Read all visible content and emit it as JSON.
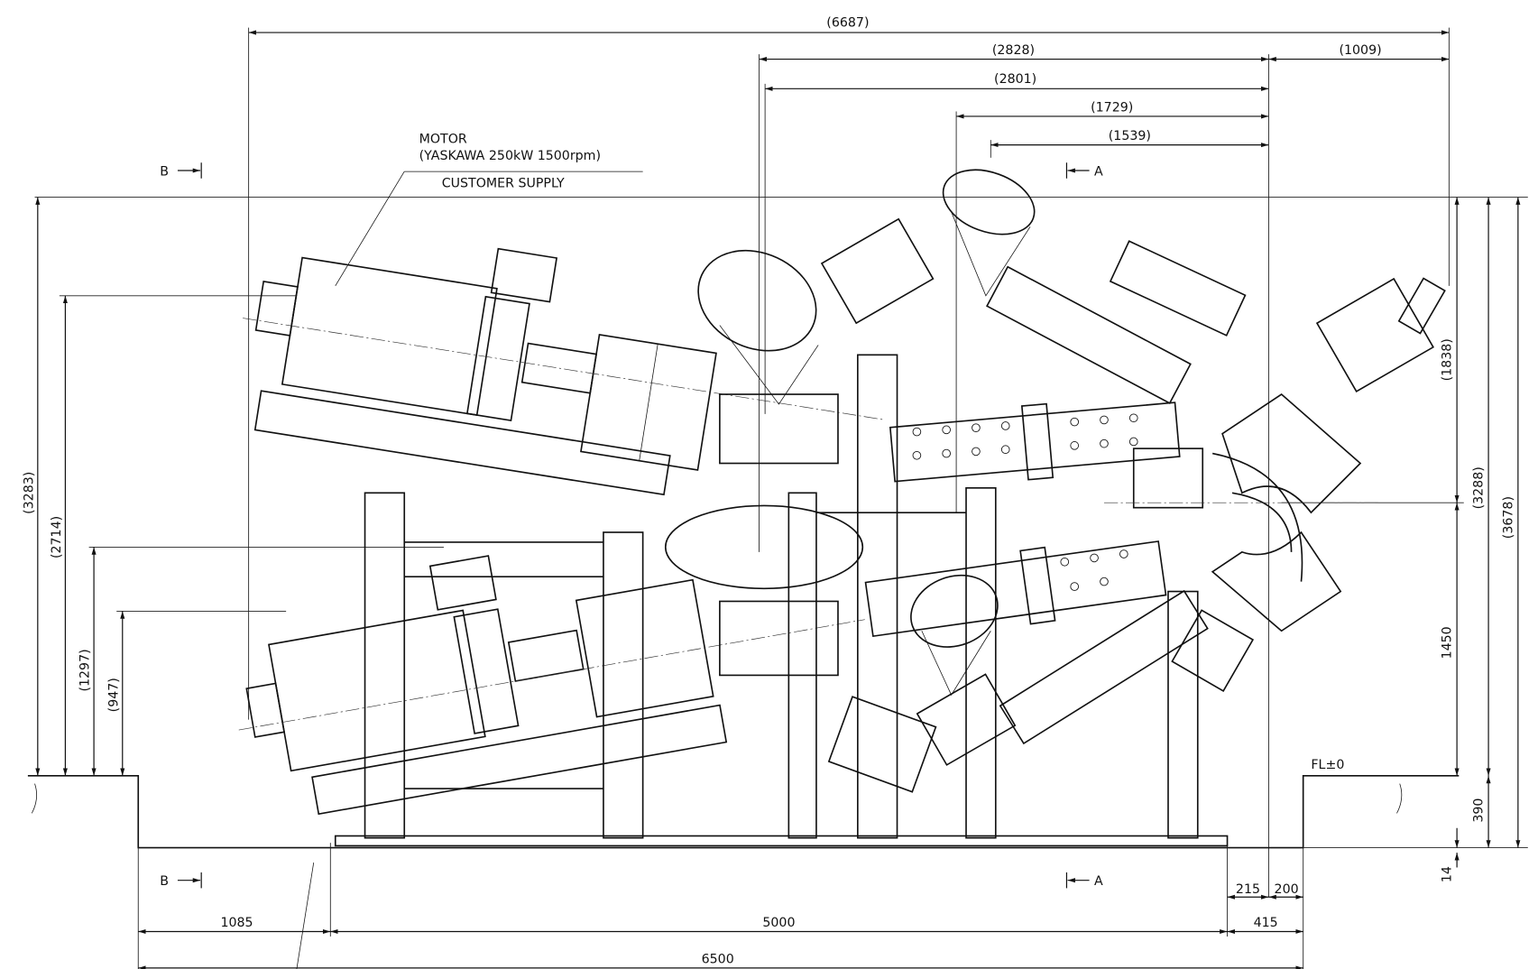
{
  "title_notes": {
    "motor_label": "MOTOR",
    "motor_spec": "(YASKAWA 250kW 1500rpm)",
    "supply_note": "CUSTOMER SUPPLY",
    "floor_level": "FL±0"
  },
  "section_marks": {
    "b_top": "B",
    "b_bottom": "B",
    "a_top": "A",
    "a_bottom": "A"
  },
  "dimensions": {
    "top": [
      "(6687)",
      "(2828)",
      "(1009)",
      "(2801)",
      "(1729)",
      "(1539)"
    ],
    "left": [
      "(3283)",
      "(2714)",
      "(1297)",
      "(947)"
    ],
    "right": [
      "(1838)",
      "1450",
      "(3288)",
      "390",
      "(3678)",
      "14"
    ],
    "bottom": [
      "215",
      "200",
      "1085",
      "5000",
      "415",
      "6500"
    ]
  }
}
